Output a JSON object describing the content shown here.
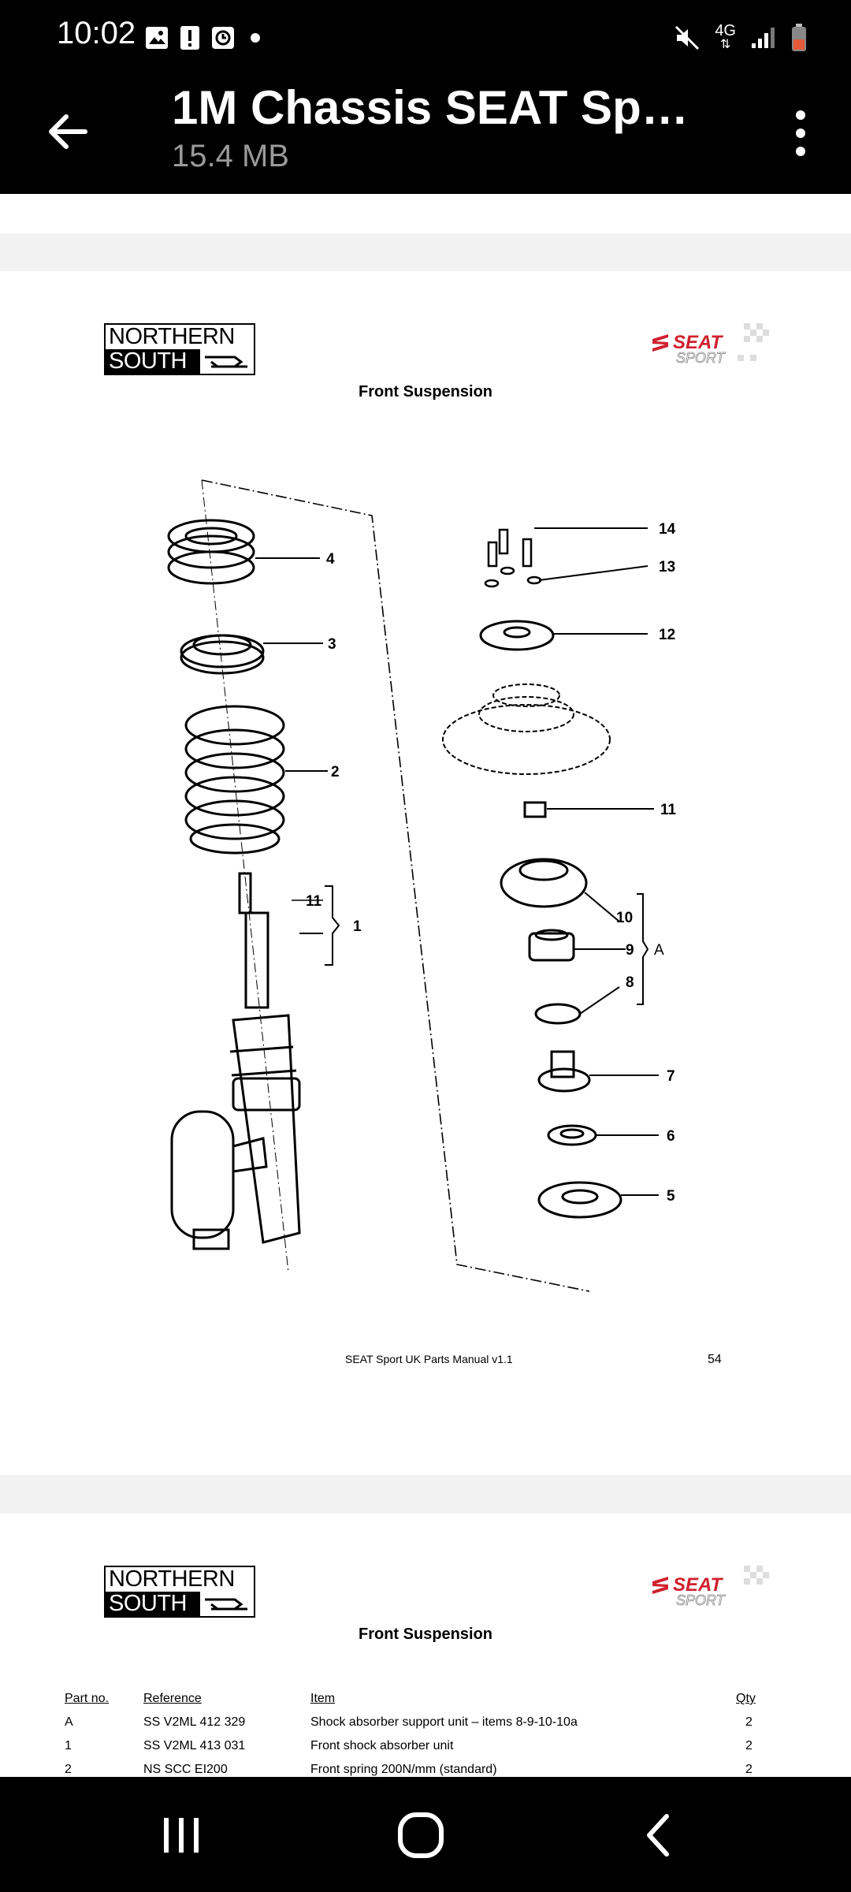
{
  "status_bar": {
    "time": "10:02",
    "network": "4G",
    "left_icons": [
      "image-icon",
      "alert-icon",
      "clock-icon",
      "dot-icon"
    ],
    "right_icons": [
      "mute-icon",
      "signal-icon",
      "battery-icon"
    ]
  },
  "app_bar": {
    "title": "1M Chassis SEAT Sport…",
    "subtitle": "15.4 MB",
    "back_icon": "arrow-left-icon",
    "menu_icon": "more-vert-icon"
  },
  "page1": {
    "logo_top": "NORTHERN",
    "logo_bottom": "SOUTH",
    "heading": "Front Suspension",
    "callouts": [
      "14",
      "13",
      "12",
      "11",
      "10",
      "9",
      "8",
      "7",
      "6",
      "5",
      "4",
      "3",
      "2",
      "1",
      "11",
      "A"
    ],
    "footer": "SEAT Sport UK Parts Manual v1.1",
    "page_number": "54"
  },
  "page2": {
    "logo_top": "NORTHERN",
    "logo_bottom": "SOUTH",
    "heading": "Front Suspension",
    "table": {
      "headers": [
        "Part no.",
        "Reference",
        "Item",
        "Qty"
      ],
      "rows": [
        [
          "A",
          "SS V2ML 412 329",
          "Shock absorber support unit – items 8-9-10-10a",
          "2"
        ],
        [
          "1",
          "SS V2ML 413 031",
          "Front shock absorber unit",
          "2"
        ],
        [
          "2",
          "NS SCC EI200",
          "Front spring 200N/mm (standard)",
          "2"
        ]
      ]
    }
  },
  "seat_logo": {
    "brand": "SEAT",
    "sub": "SPORT",
    "color": "#d0202e"
  },
  "nav_bar": {
    "buttons": [
      "recent-apps-icon",
      "home-icon",
      "back-icon"
    ]
  }
}
